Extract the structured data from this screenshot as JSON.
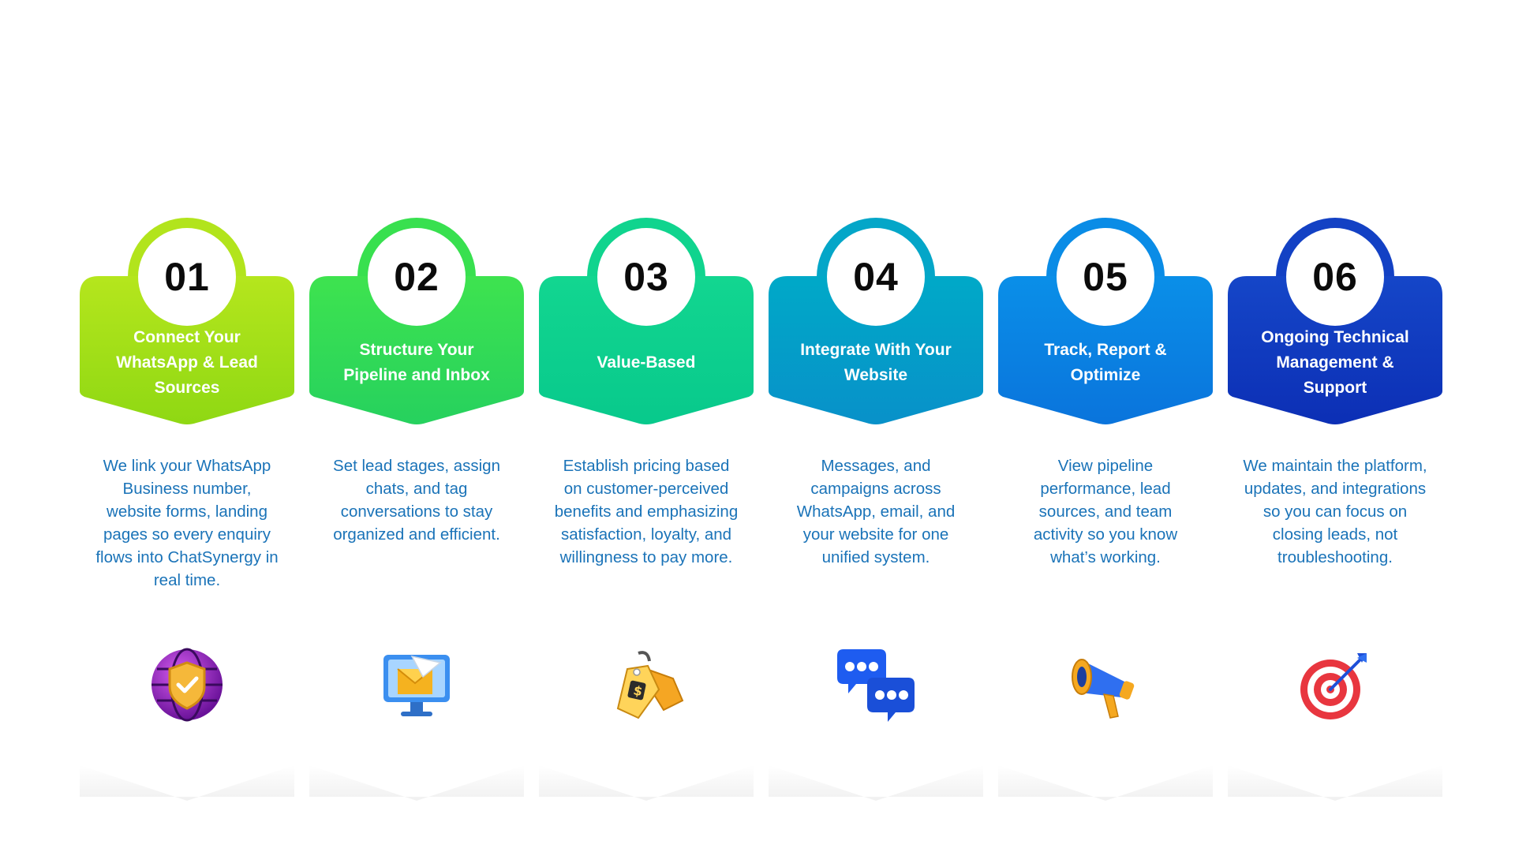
{
  "steps": [
    {
      "number": "01",
      "title": "Connect Your WhatsApp & Lead Sources",
      "description": "We link your WhatsApp Business number, website forms, landing pages so every enquiry flows into ChatSynergy in real time.",
      "icon": "globe-shield-icon",
      "color_top": "#b5e61d",
      "color_bottom": "#8fd813"
    },
    {
      "number": "02",
      "title": "Structure Your Pipeline and Inbox",
      "description": "Set lead stages, assign chats, and tag conversations to stay organized and efficient.",
      "icon": "monitor-mail-icon",
      "color_top": "#3ee34f",
      "color_bottom": "#26d15e"
    },
    {
      "number": "03",
      "title": "Value-Based",
      "description": "Establish pricing based on customer-perceived benefits and emphasizing satisfaction, loyalty, and willingness to pay more.",
      "icon": "price-tag-icon",
      "color_top": "#12d690",
      "color_bottom": "#08c98c"
    },
    {
      "number": "04",
      "title": "Integrate With Your Website",
      "description": "Messages, and campaigns across WhatsApp, email, and your website for one unified system.",
      "icon": "chat-bubbles-icon",
      "color_top": "#00a9c8",
      "color_bottom": "#0891c9"
    },
    {
      "number": "05",
      "title": "Track, Report & Optimize",
      "description": "View pipeline performance, lead sources, and team activity so you know what’s working.",
      "icon": "megaphone-icon",
      "color_top": "#0a8fe8",
      "color_bottom": "#0a74dc"
    },
    {
      "number": "06",
      "title": "Ongoing Technical Management & Support",
      "description": "We maintain the platform, updates, and integrations so you can focus on closing leads, not troubleshooting.",
      "icon": "target-dart-icon",
      "color_top": "#1546c8",
      "color_bottom": "#0c2fb5"
    }
  ]
}
